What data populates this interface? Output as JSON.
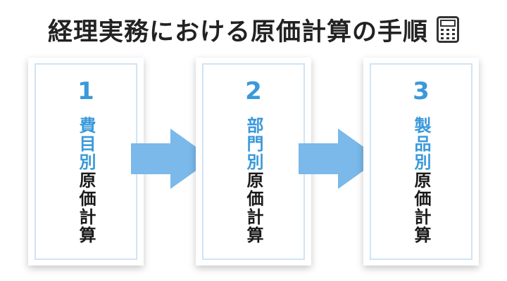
{
  "title": "経理実務における原価計算の手順",
  "icons": {
    "title_icon": "calculator-icon"
  },
  "colors": {
    "accent": "#3a99da",
    "arrow": "#7ab9ea",
    "card_border": "#cfe4f6",
    "text": "#1a1a1a"
  },
  "steps": [
    {
      "number": "1",
      "accent_label": "費目別",
      "base_label": "原価計算"
    },
    {
      "number": "2",
      "accent_label": "部門別",
      "base_label": "原価計算"
    },
    {
      "number": "3",
      "accent_label": "製品別",
      "base_label": "原価計算"
    }
  ]
}
